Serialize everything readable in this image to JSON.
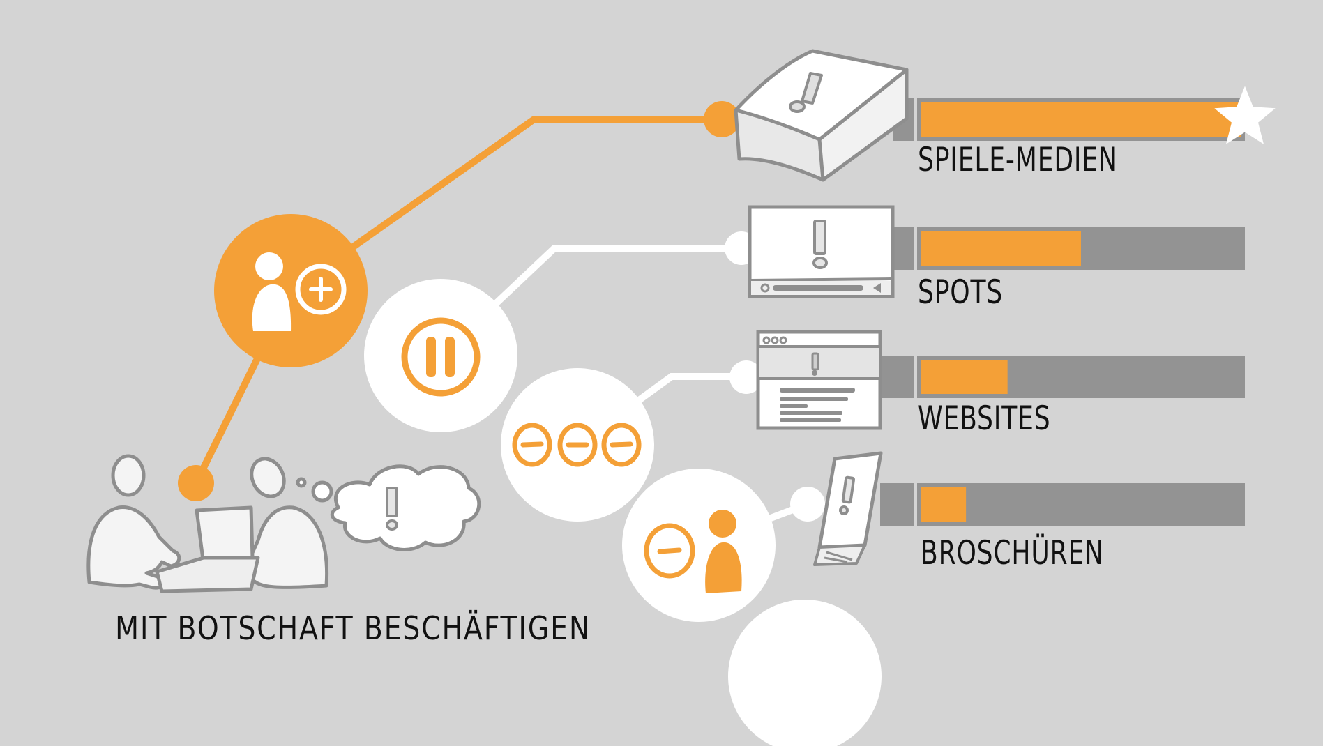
{
  "colors": {
    "background": "#d4d4d4",
    "accent": "#f4a037",
    "bar_track": "#939393",
    "sketch_stroke": "#8e8e8e",
    "node_white": "#ffffff",
    "text": "#111111"
  },
  "caption": "MIT BOTSCHAFT BESCHÄFTIGEN",
  "nodes": [
    {
      "name": "engagement-node",
      "icon": "person-add-icon",
      "style": "accent"
    },
    {
      "name": "pause-node",
      "icon": "pause-icon",
      "style": "white"
    },
    {
      "name": "three-minus-node",
      "icon": "three-minus-icon",
      "style": "white"
    },
    {
      "name": "minus-person-node",
      "icon": "minus-person-icon",
      "style": "white"
    },
    {
      "name": "empty-node",
      "icon": "",
      "style": "white"
    }
  ],
  "chart_data": {
    "type": "bar",
    "orientation": "horizontal",
    "title": "",
    "xlabel": "",
    "ylabel": "",
    "xlim": [
      0,
      1
    ],
    "categories": [
      "SPIELE-MEDIEN",
      "SPOTS",
      "WEBSITES",
      "BROSCHÜREN"
    ],
    "values": [
      1.0,
      0.5,
      0.27,
      0.14
    ],
    "icons": [
      "game-box-icon",
      "video-player-icon",
      "browser-window-icon",
      "brochure-icon"
    ],
    "highlight": {
      "category": "SPIELE-MEDIEN",
      "marker": "star-icon"
    },
    "grid": false,
    "legend": "none"
  }
}
